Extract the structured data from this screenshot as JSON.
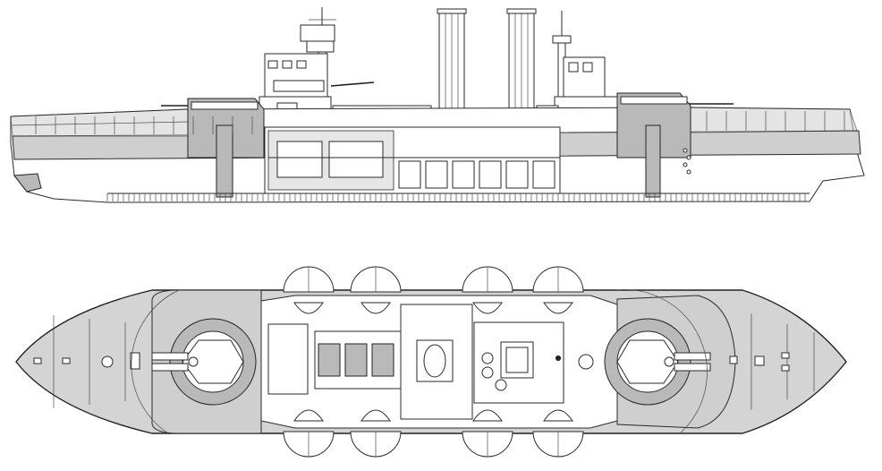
{
  "drawing": {
    "views": [
      {
        "key": "profile",
        "kind": "side elevation with cutaway"
      },
      {
        "key": "plan",
        "kind": "deck plan"
      }
    ],
    "colors": {
      "line": "#2a2a2a",
      "armor_tint": "#cfcfcf",
      "deck_tint": "#d4d4d4",
      "background": "#ffffff"
    },
    "features": {
      "funnels": 2,
      "main_turrets": 2,
      "masts": 2,
      "boats_per_side": 4
    }
  }
}
